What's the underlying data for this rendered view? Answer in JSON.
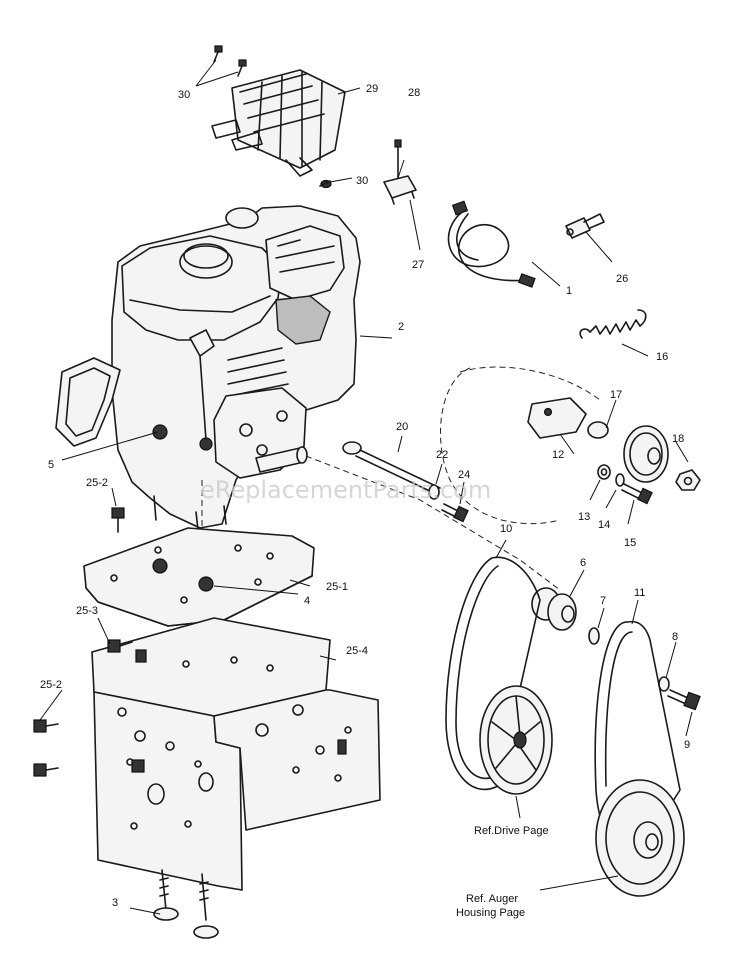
{
  "callouts": {
    "c1": "1",
    "c2": "2",
    "c3": "3",
    "c4": "4",
    "c5": "5",
    "c6": "6",
    "c7": "7",
    "c8": "8",
    "c9": "9",
    "c10": "10",
    "c11": "11",
    "c12": "12",
    "c13": "13",
    "c14": "14",
    "c15": "15",
    "c16": "16",
    "c17": "17",
    "c18": "18",
    "c20": "20",
    "c22": "22",
    "c24": "24",
    "c25_1": "25-1",
    "c25_2a": "25-2",
    "c25_2b": "25-2",
    "c25_3": "25-3",
    "c25_4": "25-4",
    "c26": "26",
    "c27": "27",
    "c28": "28",
    "c29": "29",
    "c30a": "30",
    "c30b": "30"
  },
  "references": {
    "drive_page": "Ref.Drive Page",
    "auger_line1": "Ref. Auger",
    "auger_line2": "Housing Page"
  },
  "watermark": "eReplacementParts.com"
}
